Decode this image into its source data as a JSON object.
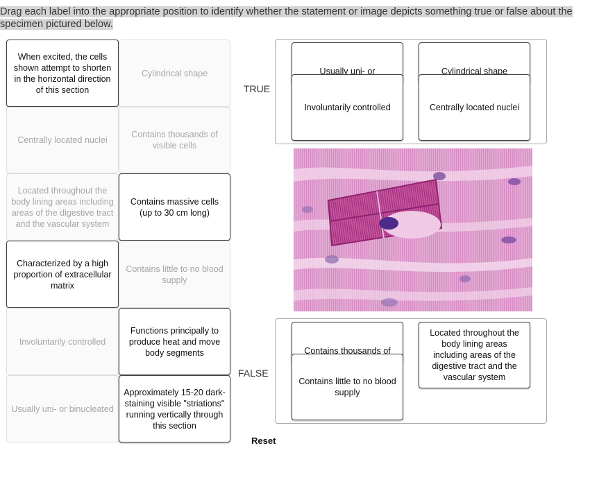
{
  "instructions": "Drag each label into the appropriate position to identify whether the statement or image depicts something true or false about the specimen pictured below.",
  "bank": [
    {
      "text": "When excited, the cells shown attempt to shorten in the horizontal direction of this section",
      "state": "active"
    },
    {
      "text": "Cylindrical shape",
      "state": "placed"
    },
    {
      "text": "Centrally located nuclei",
      "state": "placed"
    },
    {
      "text": "Contains thousands of visible cells",
      "state": "placed"
    },
    {
      "text": "Located throughout the body lining areas including areas of the digestive tract and the vascular system",
      "state": "placed"
    },
    {
      "text": "Contains massive cells (up to 30 cm long)",
      "state": "active"
    },
    {
      "text": "Characterized by a high proportion of extracellular matrix",
      "state": "active"
    },
    {
      "text": "Contains little to no blood supply",
      "state": "placed"
    },
    {
      "text": "Involuntarily controlled",
      "state": "placed"
    },
    {
      "text": "Functions principally to produce heat and move body segments",
      "state": "active"
    },
    {
      "text": "Usually uni- or binucleated",
      "state": "placed"
    },
    {
      "text": "Approximately 15-20 dark-staining visible \"striations\" running vertically through this section",
      "state": "active"
    }
  ],
  "true_zone": {
    "label": "TRUE",
    "col1_behind": "Usually uni- or",
    "col1_front": "Involuntarily controlled",
    "col2_behind": "Cylindrical shape",
    "col2_front": "Centrally located nuclei"
  },
  "false_zone": {
    "label": "FALSE",
    "col1_behind": "Contains thousands of",
    "col1_front": "Contains little to no blood supply",
    "col2_front": "Located throughout the body lining areas including areas of the digestive tract and the vascular system"
  },
  "reset_label": "Reset",
  "specimen_image": "cardiac-muscle-micrograph"
}
